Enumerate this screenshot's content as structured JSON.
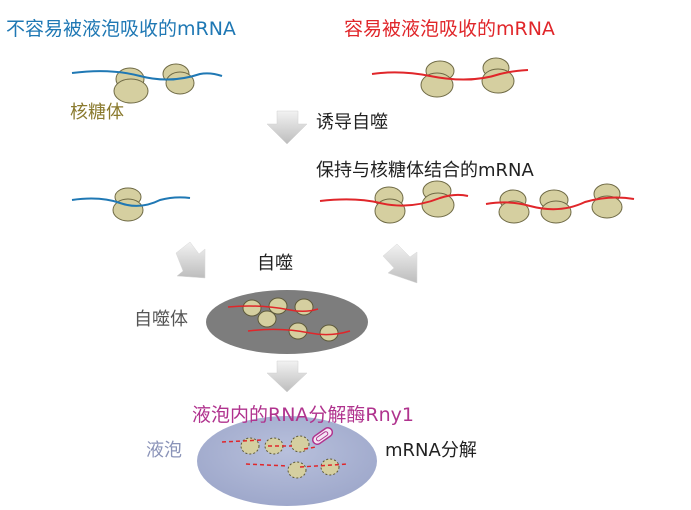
{
  "labels": {
    "unstable_mrna": "不容易被液泡吸收的mRNA",
    "stable_mrna": "容易被液泡吸收的mRNA",
    "ribosome": "核糖体",
    "induce_autophagy": "诱导自噬",
    "ribosome_bound_mrna": "保持与核糖体结合的mRNA",
    "autophagy": "自噬",
    "autophagosome": "自噬体",
    "rny1": "液泡内的RNA分解酶Rny1",
    "vacuole": "液泡",
    "mrna_degradation": "mRNA分解"
  },
  "colors": {
    "blue_mrna": "#1f78b4",
    "red_mrna": "#e0262a",
    "ribosome_fill": "#d5cfa0",
    "ribosome_stroke": "#6f6a45",
    "autophagosome_fill": "#7d7d7d",
    "vacuole_fill": "#a4aed0",
    "rny1_text": "#b0338e",
    "arrow": "#c8c8c8"
  },
  "icons": [
    "down-arrow-icon",
    "paperclip-enzyme-icon"
  ]
}
